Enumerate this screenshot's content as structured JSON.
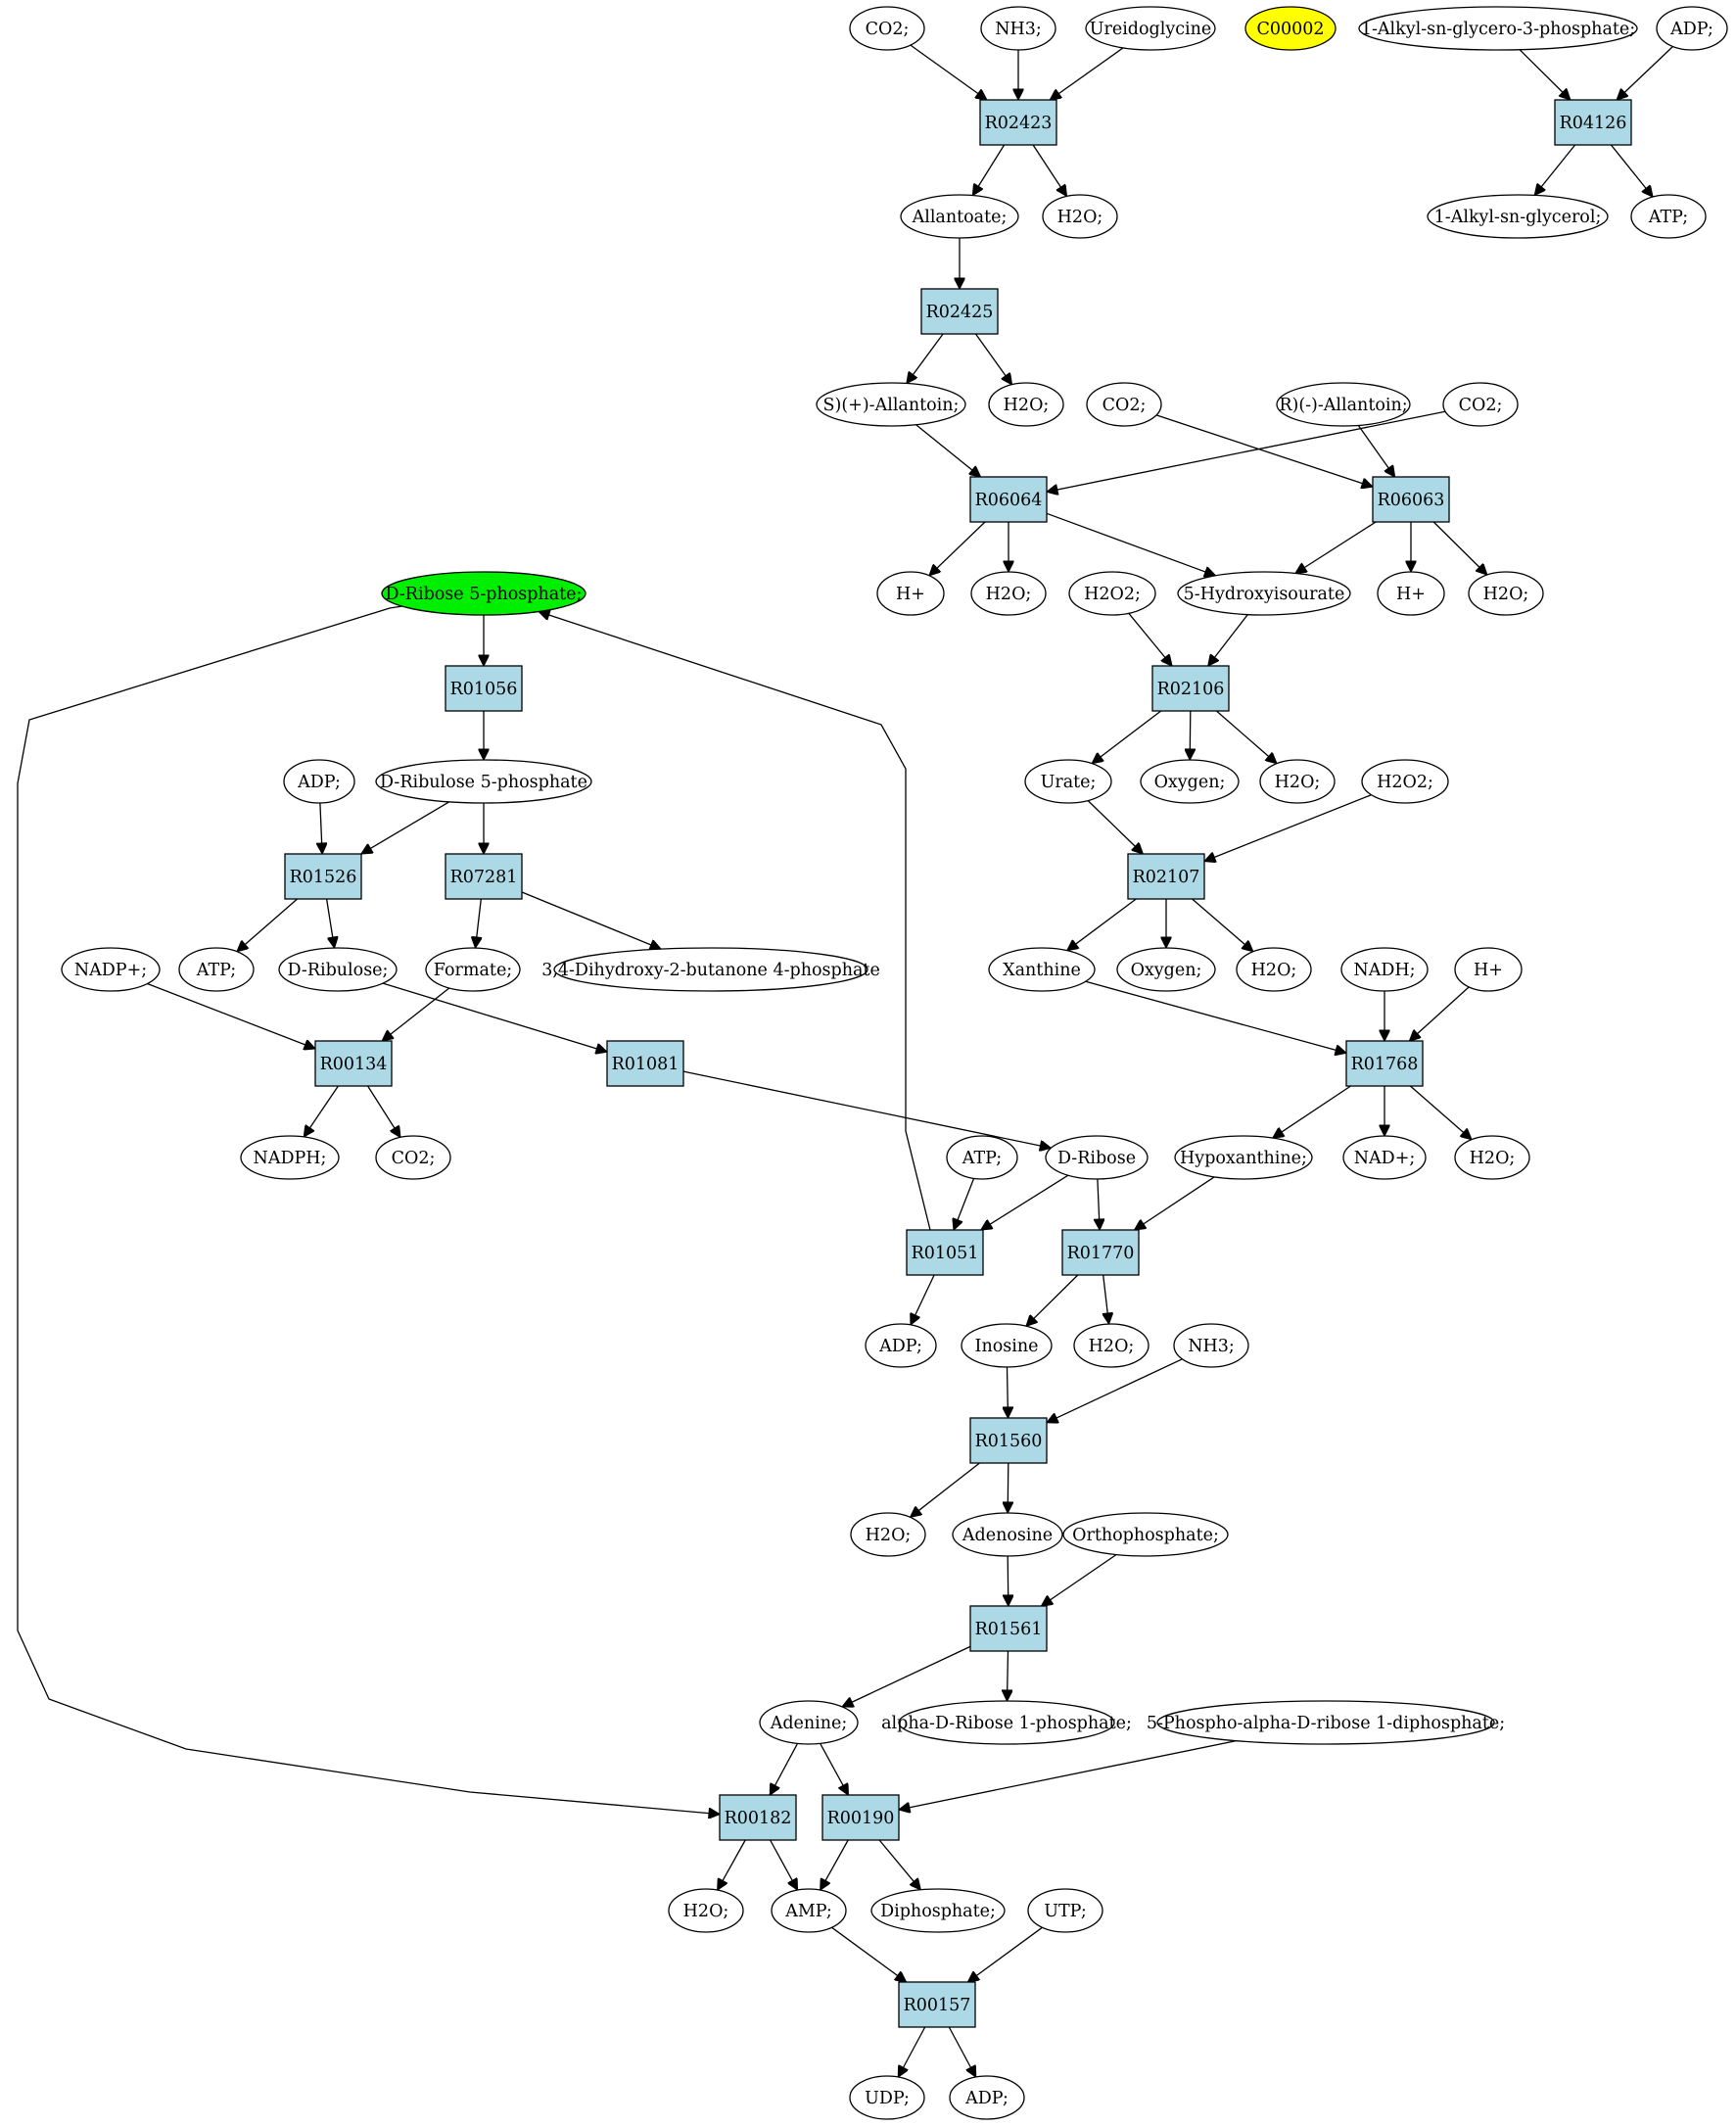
{
  "colors": {
    "reaction_fill": "#add8e6",
    "compound_fill": "#ffffff",
    "start_fill": "#00ee00",
    "highlight_fill": "#ffff00",
    "stroke": "#000000"
  },
  "graph": {
    "nodes": [
      {
        "id": "co2_a",
        "kind": "compound",
        "label": "CO2;"
      },
      {
        "id": "nh3_a",
        "kind": "compound",
        "label": "NH3;"
      },
      {
        "id": "ureido",
        "kind": "compound",
        "label": "Ureidoglycine"
      },
      {
        "id": "c00002",
        "kind": "compound",
        "style": "highlight",
        "label": "C00002"
      },
      {
        "id": "alkylgp",
        "kind": "compound",
        "label": "1-Alkyl-sn-glycero-3-phosphate;"
      },
      {
        "id": "adp_top",
        "kind": "compound",
        "label": "ADP;"
      },
      {
        "id": "R02423",
        "kind": "reaction",
        "label": "R02423"
      },
      {
        "id": "R04126",
        "kind": "reaction",
        "label": "R04126"
      },
      {
        "id": "allantoate",
        "kind": "compound",
        "label": "Allantoate;"
      },
      {
        "id": "h2o_a",
        "kind": "compound",
        "label": "H2O;"
      },
      {
        "id": "alkylglyc",
        "kind": "compound",
        "label": "1-Alkyl-sn-glycerol;"
      },
      {
        "id": "atp_top",
        "kind": "compound",
        "label": "ATP;"
      },
      {
        "id": "R02425",
        "kind": "reaction",
        "label": "R02425"
      },
      {
        "id": "s_allantoin",
        "kind": "compound",
        "label": "S)(+)-Allantoin;"
      },
      {
        "id": "h2o_b",
        "kind": "compound",
        "label": "H2O;"
      },
      {
        "id": "co2_b",
        "kind": "compound",
        "label": "CO2;"
      },
      {
        "id": "r_allantoin",
        "kind": "compound",
        "label": "R)(-)-Allantoin;"
      },
      {
        "id": "co2_c",
        "kind": "compound",
        "label": "CO2;"
      },
      {
        "id": "R06064",
        "kind": "reaction",
        "label": "R06064"
      },
      {
        "id": "R06063",
        "kind": "reaction",
        "label": "R06063"
      },
      {
        "id": "hplus_a",
        "kind": "compound",
        "label": "H+"
      },
      {
        "id": "h2o_c",
        "kind": "compound",
        "label": "H2O;"
      },
      {
        "id": "h2o2_a",
        "kind": "compound",
        "label": "H2O2;"
      },
      {
        "id": "hydroxyiso",
        "kind": "compound",
        "label": "5-Hydroxyisourate"
      },
      {
        "id": "hplus_b",
        "kind": "compound",
        "label": "H+"
      },
      {
        "id": "h2o_d",
        "kind": "compound",
        "label": "H2O;"
      },
      {
        "id": "ribose5p",
        "kind": "compound",
        "style": "start",
        "label": "D-Ribose 5-phosphate;"
      },
      {
        "id": "R01056",
        "kind": "reaction",
        "label": "R01056"
      },
      {
        "id": "R02106",
        "kind": "reaction",
        "label": "R02106"
      },
      {
        "id": "adp_b",
        "kind": "compound",
        "label": "ADP;"
      },
      {
        "id": "ribulose5p",
        "kind": "compound",
        "label": "D-Ribulose 5-phosphate"
      },
      {
        "id": "urate",
        "kind": "compound",
        "label": "Urate;"
      },
      {
        "id": "oxygen_a",
        "kind": "compound",
        "label": "Oxygen;"
      },
      {
        "id": "h2o_e",
        "kind": "compound",
        "label": "H2O;"
      },
      {
        "id": "h2o2_b",
        "kind": "compound",
        "label": "H2O2;"
      },
      {
        "id": "R01526",
        "kind": "reaction",
        "label": "R01526"
      },
      {
        "id": "R07281",
        "kind": "reaction",
        "label": "R07281"
      },
      {
        "id": "R02107",
        "kind": "reaction",
        "label": "R02107"
      },
      {
        "id": "nadp",
        "kind": "compound",
        "label": "NADP+;"
      },
      {
        "id": "atp_b",
        "kind": "compound",
        "label": "ATP;"
      },
      {
        "id": "dribulose",
        "kind": "compound",
        "label": "D-Ribulose;"
      },
      {
        "id": "formate",
        "kind": "compound",
        "label": "Formate;"
      },
      {
        "id": "dihydroxybut",
        "kind": "compound",
        "label": "3,4-Dihydroxy-2-butanone 4-phosphate"
      },
      {
        "id": "xanthine",
        "kind": "compound",
        "label": "Xanthine"
      },
      {
        "id": "oxygen_b",
        "kind": "compound",
        "label": "Oxygen;"
      },
      {
        "id": "h2o_f",
        "kind": "compound",
        "label": "H2O;"
      },
      {
        "id": "nadh",
        "kind": "compound",
        "label": "NADH;"
      },
      {
        "id": "hplus_c",
        "kind": "compound",
        "label": "H+"
      },
      {
        "id": "R00134",
        "kind": "reaction",
        "label": "R00134"
      },
      {
        "id": "R01081",
        "kind": "reaction",
        "label": "R01081"
      },
      {
        "id": "R01768",
        "kind": "reaction",
        "label": "R01768"
      },
      {
        "id": "nadph",
        "kind": "compound",
        "label": "NADPH;"
      },
      {
        "id": "co2_d",
        "kind": "compound",
        "label": "CO2;"
      },
      {
        "id": "atp_c",
        "kind": "compound",
        "label": "ATP;"
      },
      {
        "id": "dribose",
        "kind": "compound",
        "label": "D-Ribose"
      },
      {
        "id": "hypoxanthine",
        "kind": "compound",
        "label": "Hypoxanthine;"
      },
      {
        "id": "nadplus",
        "kind": "compound",
        "label": "NAD+;"
      },
      {
        "id": "h2o_g",
        "kind": "compound",
        "label": "H2O;"
      },
      {
        "id": "R01051",
        "kind": "reaction",
        "label": "R01051"
      },
      {
        "id": "R01770",
        "kind": "reaction",
        "label": "R01770"
      },
      {
        "id": "adp_c",
        "kind": "compound",
        "label": "ADP;"
      },
      {
        "id": "inosine",
        "kind": "compound",
        "label": "Inosine"
      },
      {
        "id": "h2o_h",
        "kind": "compound",
        "label": "H2O;"
      },
      {
        "id": "nh3_b",
        "kind": "compound",
        "label": "NH3;"
      },
      {
        "id": "R01560",
        "kind": "reaction",
        "label": "R01560"
      },
      {
        "id": "h2o_i",
        "kind": "compound",
        "label": "H2O;"
      },
      {
        "id": "adenosine",
        "kind": "compound",
        "label": "Adenosine"
      },
      {
        "id": "orthophosphate",
        "kind": "compound",
        "label": "Orthophosphate;"
      },
      {
        "id": "R01561",
        "kind": "reaction",
        "label": "R01561"
      },
      {
        "id": "adenine",
        "kind": "compound",
        "label": "Adenine;"
      },
      {
        "id": "aribose1p",
        "kind": "compound",
        "label": "alpha-D-Ribose 1-phosphate;"
      },
      {
        "id": "prpp",
        "kind": "compound",
        "label": "5-Phospho-alpha-D-ribose 1-diphosphate;"
      },
      {
        "id": "R00182",
        "kind": "reaction",
        "label": "R00182"
      },
      {
        "id": "R00190",
        "kind": "reaction",
        "label": "R00190"
      },
      {
        "id": "h2o_j",
        "kind": "compound",
        "label": "H2O;"
      },
      {
        "id": "amp",
        "kind": "compound",
        "label": "AMP;"
      },
      {
        "id": "diphosphate",
        "kind": "compound",
        "label": "Diphosphate;"
      },
      {
        "id": "utp",
        "kind": "compound",
        "label": "UTP;"
      },
      {
        "id": "R00157",
        "kind": "reaction",
        "label": "R00157"
      },
      {
        "id": "udp",
        "kind": "compound",
        "label": "UDP;"
      },
      {
        "id": "adp_d",
        "kind": "compound",
        "label": "ADP;"
      }
    ],
    "edges": [
      [
        "co2_a",
        "R02423"
      ],
      [
        "nh3_a",
        "R02423"
      ],
      [
        "ureido",
        "R02423"
      ],
      [
        "R02423",
        "allantoate"
      ],
      [
        "R02423",
        "h2o_a"
      ],
      [
        "alkylgp",
        "R04126"
      ],
      [
        "adp_top",
        "R04126"
      ],
      [
        "R04126",
        "alkylglyc"
      ],
      [
        "R04126",
        "atp_top"
      ],
      [
        "allantoate",
        "R02425"
      ],
      [
        "R02425",
        "s_allantoin"
      ],
      [
        "R02425",
        "h2o_b"
      ],
      [
        "s_allantoin",
        "R06064"
      ],
      [
        "co2_b",
        "R06064"
      ],
      [
        "r_allantoin",
        "R06063"
      ],
      [
        "co2_c",
        "R06063"
      ],
      [
        "R06064",
        "hplus_a"
      ],
      [
        "R06064",
        "h2o_c"
      ],
      [
        "R06064",
        "hydroxyiso"
      ],
      [
        "R06063",
        "hydroxyiso"
      ],
      [
        "R06063",
        "hplus_b"
      ],
      [
        "R06063",
        "h2o_d"
      ],
      [
        "h2o2_a",
        "R02106"
      ],
      [
        "hydroxyiso",
        "R02106"
      ],
      [
        "R02106",
        "urate"
      ],
      [
        "R02106",
        "oxygen_a"
      ],
      [
        "R02106",
        "h2o_e"
      ],
      [
        "urate",
        "R02107"
      ],
      [
        "h2o2_b",
        "R02107"
      ],
      [
        "R02107",
        "xanthine"
      ],
      [
        "R02107",
        "oxygen_b"
      ],
      [
        "R02107",
        "h2o_f"
      ],
      [
        "xanthine",
        "R01768"
      ],
      [
        "nadh",
        "R01768"
      ],
      [
        "hplus_c",
        "R01768"
      ],
      [
        "R01768",
        "hypoxanthine"
      ],
      [
        "R01768",
        "nadplus"
      ],
      [
        "R01768",
        "h2o_g"
      ],
      [
        "ribose5p",
        "R01056"
      ],
      [
        "R01056",
        "ribulose5p"
      ],
      [
        "adp_b",
        "R01526"
      ],
      [
        "ribulose5p",
        "R01526"
      ],
      [
        "ribulose5p",
        "R07281"
      ],
      [
        "R01526",
        "atp_b"
      ],
      [
        "R01526",
        "dribulose"
      ],
      [
        "R07281",
        "formate"
      ],
      [
        "R07281",
        "dihydroxybut"
      ],
      [
        "nadp",
        "R00134"
      ],
      [
        "formate",
        "R00134"
      ],
      [
        "R00134",
        "nadph"
      ],
      [
        "R00134",
        "co2_d"
      ],
      [
        "dribulose",
        "R01081"
      ],
      [
        "R01081",
        "dribose"
      ],
      [
        "atp_c",
        "R01051"
      ],
      [
        "dribose",
        "R01051"
      ],
      [
        "dribose",
        "R01770"
      ],
      [
        "hypoxanthine",
        "R01770"
      ],
      [
        "R01051",
        "adp_c"
      ],
      [
        "R01051",
        "ribose5p"
      ],
      [
        "R01770",
        "inosine"
      ],
      [
        "R01770",
        "h2o_h"
      ],
      [
        "inosine",
        "R01560"
      ],
      [
        "nh3_b",
        "R01560"
      ],
      [
        "R01560",
        "h2o_i"
      ],
      [
        "R01560",
        "adenosine"
      ],
      [
        "adenosine",
        "R01561"
      ],
      [
        "orthophosphate",
        "R01561"
      ],
      [
        "R01561",
        "adenine"
      ],
      [
        "R01561",
        "aribose1p"
      ],
      [
        "adenine",
        "R00182"
      ],
      [
        "adenine",
        "R00190"
      ],
      [
        "prpp",
        "R00190"
      ],
      [
        "ribose5p",
        "R00182"
      ],
      [
        "R00182",
        "h2o_j"
      ],
      [
        "R00182",
        "amp"
      ],
      [
        "R00190",
        "amp"
      ],
      [
        "R00190",
        "diphosphate"
      ],
      [
        "amp",
        "R00157"
      ],
      [
        "utp",
        "R00157"
      ],
      [
        "R00157",
        "udp"
      ],
      [
        "R00157",
        "adp_d"
      ]
    ]
  }
}
